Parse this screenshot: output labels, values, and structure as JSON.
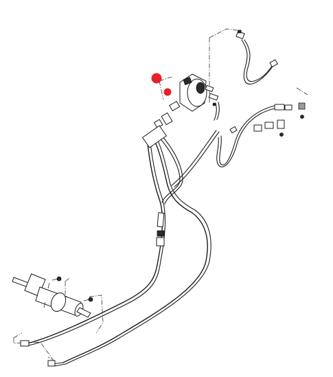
{
  "diagram": {
    "colors": {
      "line": "#1a1a1a",
      "highlight": "#e8202a",
      "background": "#ffffff"
    },
    "callouts": [
      {
        "name": "callout-large",
        "color": "#e8202a"
      },
      {
        "name": "callout-small",
        "color": "#e8202a"
      }
    ],
    "components": [
      "pump-assembly-icon",
      "hydraulic-cylinder-icon",
      "hose-bundle",
      "fitting-icon",
      "bolt-icon"
    ]
  }
}
